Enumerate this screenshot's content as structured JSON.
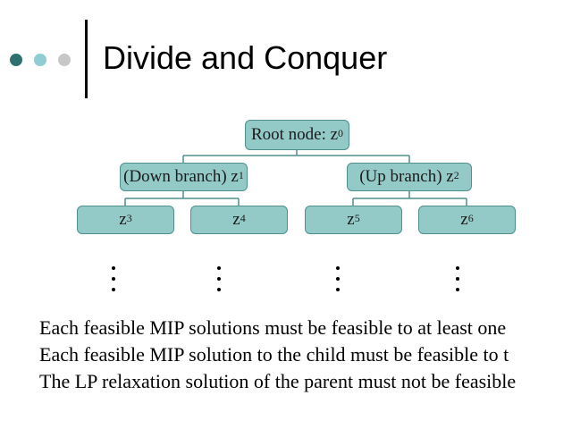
{
  "colors": {
    "dot_dark": "#2e6f6f",
    "dot_mid": "#8fcdd3",
    "dot_light": "#c7c7c7",
    "node_fill": "#93cac8",
    "node_border": "#4f8f8c"
  },
  "title": "Divide and Conquer",
  "tree": {
    "root": {
      "label": "Root node: z",
      "sup": "0"
    },
    "down": {
      "label": "(Down branch) z",
      "sup": "1"
    },
    "up": {
      "label": "(Up branch) z",
      "sup": "2"
    },
    "leaves": [
      {
        "label": "z",
        "sup": "3"
      },
      {
        "label": "z",
        "sup": "4"
      },
      {
        "label": "z",
        "sup": "5"
      },
      {
        "label": "z",
        "sup": "6"
      }
    ]
  },
  "body_lines": [
    "Each feasible MIP solutions must be feasible to at least one",
    "Each feasible MIP solution to the child must be feasible to t",
    "The LP relaxation solution of the parent must not be feasible"
  ]
}
